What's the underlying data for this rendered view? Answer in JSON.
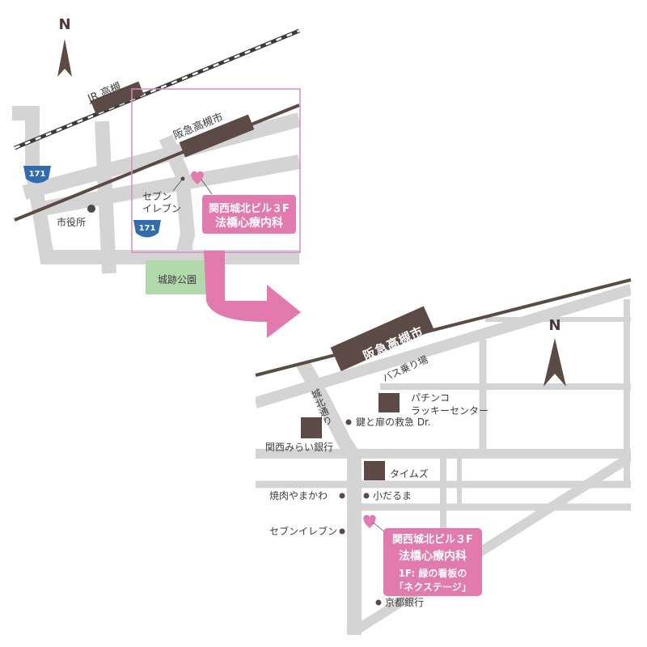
{
  "north_label": "N",
  "overview": {
    "jr_station": "JR 高槻",
    "hankyu_station": "阪急高槻市",
    "route_171_top": "171",
    "route_171_bottom": "171",
    "city_hall": "市役所",
    "seven_eleven_line1": "セブン",
    "seven_eleven_line2": "イレブン",
    "clinic_line1": "関西城北ビル３F",
    "clinic_line2": "法橋心療内科",
    "park": "城跡公園"
  },
  "detail": {
    "hankyu_station": "阪急高槻市",
    "bus_stop": "バス乗り場",
    "jouhoku_street": "城北通り",
    "pachinko_line1": "パチンコ",
    "pachinko_line2": "ラッキーセンター",
    "key_shop": "鍵と扉の救急 Dr.",
    "kansai_bank": "関西みらい銀行",
    "times": "タイムズ",
    "yakiniku": "焼肉やまかわ",
    "kodaruma": "小だるま",
    "seven_eleven": "セブンイレブン",
    "clinic_line1": "関西城北ビル３F",
    "clinic_line2": "法橋心療内科",
    "clinic_line3": "1F: 緑の看板の",
    "clinic_line4": "「ネクステージ」",
    "kyoto_bank": "京都銀行"
  },
  "colors": {
    "road": "#d4d4d4",
    "station": "#5b4a45",
    "pink": "#e27aad",
    "blue_route": "#2f6db0",
    "park_green": "#b2d9ab",
    "rail": "#3a3a3a"
  }
}
